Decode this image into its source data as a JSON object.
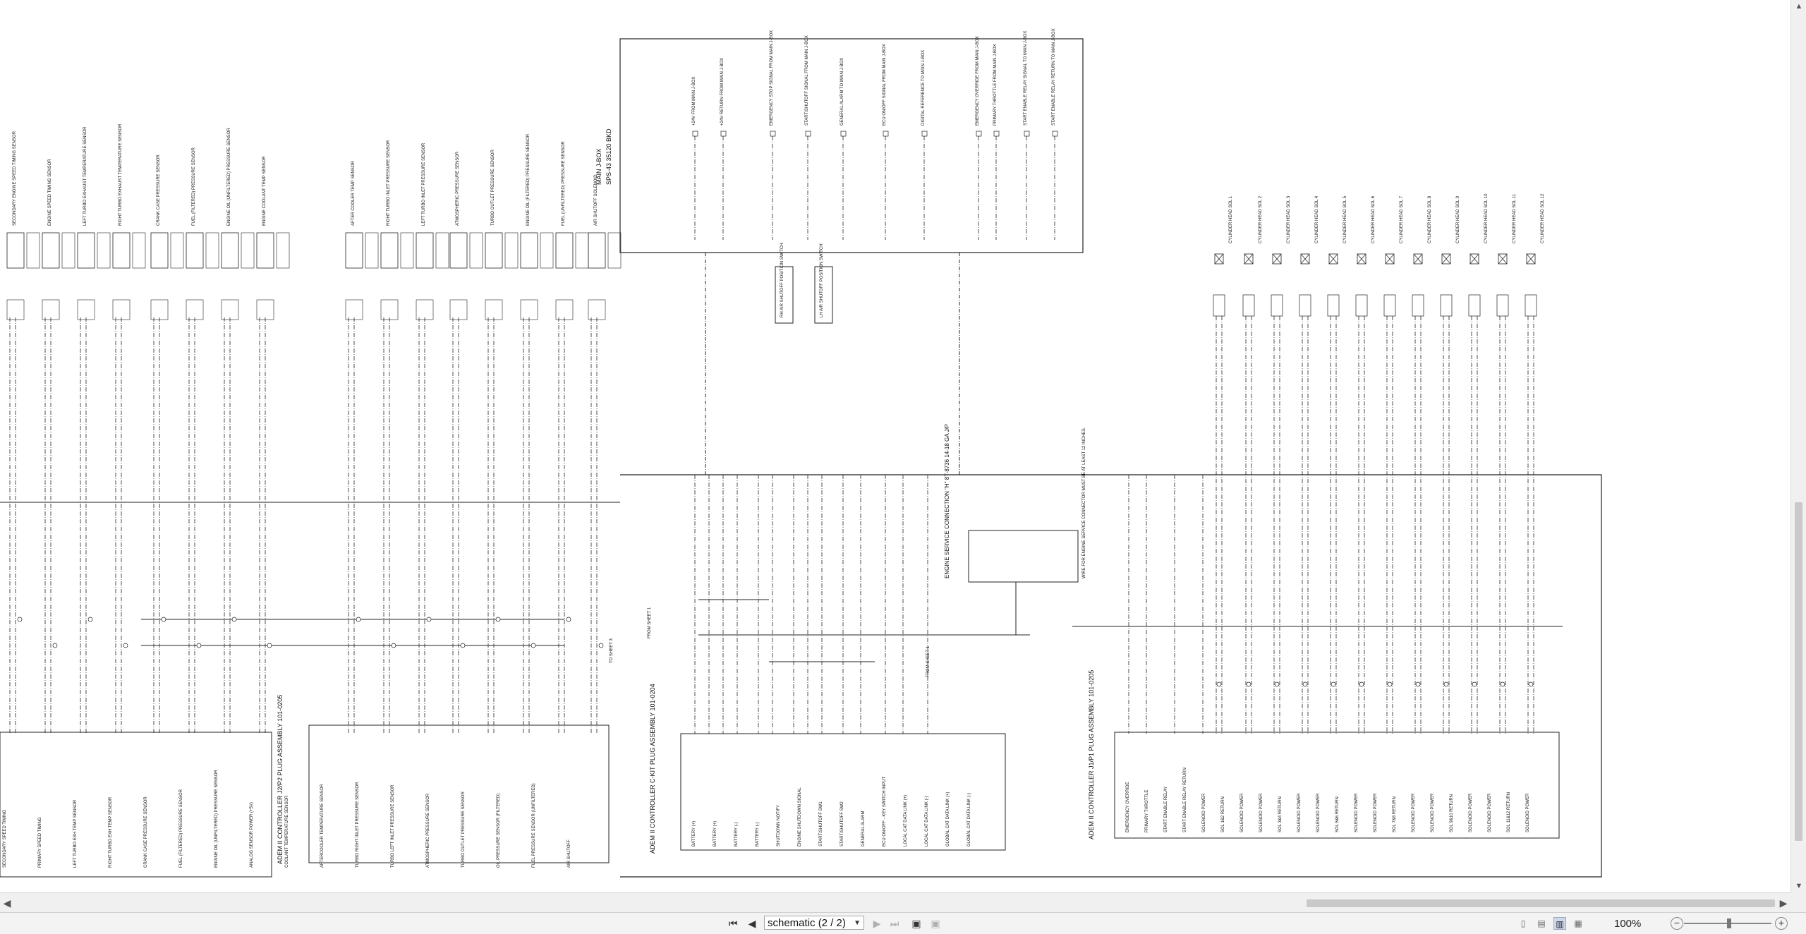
{
  "main_jbox": {
    "title": "MAIN J-BOX",
    "partno": "SPS-43 35120 BKD",
    "signals": [
      "+24V FROM MAIN J-BOX",
      "+24V RETURN FROM MAIN J-BOX",
      "EMERGENCY STOP SIGNAL FROM MAIN J-BOX",
      "START/SHUTOFF SIGNAL FROM MAIN J-BOX",
      "GENERAL ALARM TO MAIN J-BOX",
      "ECU ON/OFF SIGNAL FROM MAIN J-BOX",
      "DIGITAL REFERENCE TO MAIN J-BOX",
      "EMERGENCY OVERRIDE FROM MAIN J-BOX",
      "PRIMARY THROTTLE FROM MAIN J-BOX",
      "START ENABLE RELAY SIGNAL TO MAIN J-BOX",
      "START ENABLE RELAY RETURN TO MAIN J-BOX"
    ]
  },
  "sensors": [
    "SECONDARY ENGINE SPEED TIMING SENSOR",
    "ENGINE SPEED TIMING SENSOR",
    "LEFT TURBO EXHAUST TEMPERATURE SENSOR",
    "RIGHT TURBO EXHAUST TEMPERATURE SENSOR",
    "CRANK CASE PRESSURE SENSOR",
    "FUEL (FILTERED) PRESSURE SENSOR",
    "ENGINE OIL (UNFILTERED) PRESSURE SENSOR",
    "ENGINE COOLANT TEMP SENSOR",
    "AFTER COOLER TEMP SENSOR",
    "RIGHT TURBO INLET PRESSURE SENSOR",
    "LEFT TURBO INLET PRESSURE SENSOR",
    "ATMOSPHERIC PRESSURE SENSOR",
    "TURBO OUTLET PRESSURE SENSOR",
    "ENGINE OIL (FILTERED) PRESSURE SENSOR",
    "FUEL (UNFILTERED) PRESSURE SENSOR",
    "AIR SHUTOFF SOLENOID"
  ],
  "injectors": [
    "CYLINDER HEAD SOL 1",
    "CYLINDER HEAD SOL 2",
    "CYLINDER HEAD SOL 3",
    "CYLINDER HEAD SOL 4",
    "CYLINDER HEAD SOL 5",
    "CYLINDER HEAD SOL 6",
    "CYLINDER HEAD SOL 7",
    "CYLINDER HEAD SOL 8",
    "CYLINDER HEAD SOL 9",
    "CYLINDER HEAD SOL 10",
    "CYLINDER HEAD SOL 11",
    "CYLINDER HEAD SOL 12"
  ],
  "plug1": {
    "title": "ADEM II CONTROLLER J2/P2 PLUG ASSEMBLY 101-0205",
    "rows": [
      "SECONDARY SPEED TIMING",
      "PRIMARY SPEED TIMING",
      "LEFT TURBO EXH TEMP SENSOR",
      "RIGHT TURBO EXH TEMP SENSOR",
      "CRANK CASE PRESSURE SENSOR",
      "FUEL (FILTERED) PRESSURE SENSOR",
      "ENGINE OIL (UNFILTERED) PRESSURE SENSOR",
      "ANALOG SENSOR POWER (+5V)",
      "COOLANT TEMPERATURE SENSOR",
      "AFTERCOOLER TEMPERATURE SENSOR",
      "TURBO RIGHT INLET PRESSURE SENSOR",
      "TURBO LEFT INLET PRESSURE SENSOR",
      "ATMOSPHERIC PRESSURE SENSOR",
      "TURBO OUTLET PRESSURE SENSOR",
      "OIL PRESSURE SENSOR (FILTERED)",
      "FUEL PRESSURE SENSOR (UNFILTERED)",
      "AIR SHUTOFF"
    ]
  },
  "plug2": {
    "title": "ADEM II CONTROLLER C-KIT PLUG ASSEMBLY 101-0204",
    "rows": [
      "BATTERY (+)",
      "BATTERY (+)",
      "BATTERY (-)",
      "BATTERY (-)",
      "SHUTDOWN NOTIFY",
      "ENGINE SHUTDOWN SIGNAL",
      "START/SHUTOFF SW1",
      "START/SHUTOFF SW2",
      "GENERAL ALARM",
      "ECU ON/OFF - KEY SWITCH INPUT",
      "LOCAL CAT DATA LINK (+)",
      "LOCAL CAT DATA LINK (-)",
      "GLOBAL CAT DATA LINK (+)",
      "GLOBAL CAT DATA LINK (-)"
    ]
  },
  "plug3": {
    "title": "ADEM II CONTROLLER J1/P1 PLUG ASSEMBLY 101-0205",
    "rows": [
      "EMERGENCY OVERRIDE",
      "PRIMARY THROTTLE",
      "START ENABLE RELAY",
      "START ENABLE RELAY RETURN",
      "SOLENOID POWER",
      "SOL 1&2 RETURN",
      "SOLENOID POWER",
      "SOLENOID POWER",
      "SOL 3&4 RETURN",
      "SOLENOID POWER",
      "SOLENOID POWER",
      "SOL 5&6 RETURN",
      "SOLENOID POWER",
      "SOLENOID POWER",
      "SOL 7&8 RETURN",
      "SOLENOID POWER",
      "SOLENOID POWER",
      "SOL 9&10 RETURN",
      "SOLENOID POWER",
      "SOLENOID POWER",
      "SOL 11&12 RETURN",
      "SOLENOID POWER"
    ]
  },
  "service_connector": "ENGINE SERVICE CONNECTION \"H\" 8T-8736 14-18 GA J/P",
  "service_note": "WIRE FOR ENGINE SERVICE CONNECTOR MUST BE AT LEAST 12 INCHES.",
  "switch_labels": [
    "RH AIR SHUTOFF POSITION SWITCH",
    "LH AIR SHUTOFF POSITION SWITCH"
  ],
  "annotations": {
    "from_sheet_1a": "FROM SHEET 1",
    "from_sheet_1b": "FROM SHEET 1",
    "to_sheet_3": "TO SHEET 3"
  },
  "toolbar": {
    "sheet_label": "schematic (2 / 2)",
    "zoom": "100%"
  },
  "scroll": {
    "up": "▲",
    "down": "▼",
    "left": "◀",
    "right": "▶"
  }
}
